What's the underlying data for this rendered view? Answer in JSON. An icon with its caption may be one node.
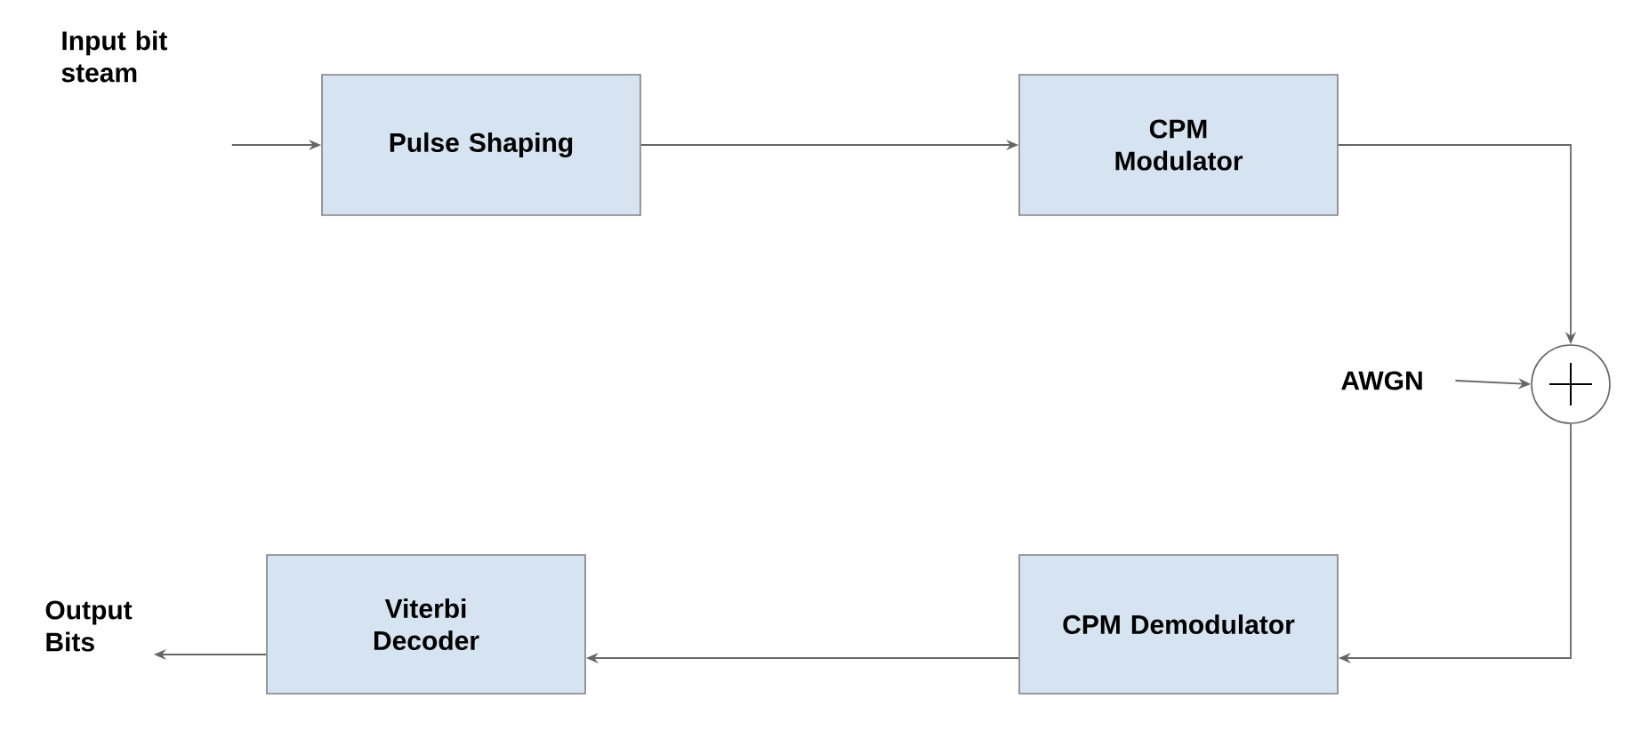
{
  "diagram": {
    "nodes": [
      {
        "text": [
          "Input bit steam"
        ]
      },
      {
        "text": [
          "Pulse Shaping"
        ]
      },
      {
        "text": [
          "CPM Modulator"
        ]
      },
      {
        "text": [],
        "shape": "circle"
      },
      {
        "text": [
          "AWGN"
        ]
      },
      {
        "text": [
          "CPM Demodulator"
        ]
      },
      {
        "text": [
          "Viterbi Decoder"
        ]
      },
      {
        "text": [
          "Output Bits"
        ]
      }
    ],
    "edges": [
      {
        "from": 0,
        "to": 1,
        "arrow": "to"
      },
      {
        "from": 1,
        "to": 2,
        "arrow": "to"
      },
      {
        "from": 2,
        "to": 3,
        "arrow": "to"
      },
      {
        "from": 4,
        "to": 3,
        "arrow": "to"
      },
      {
        "from": 3,
        "to": 5,
        "arrow": "to"
      },
      {
        "from": 5,
        "to": 6,
        "arrow": "to"
      },
      {
        "from": 6,
        "to": 7,
        "arrow": "to"
      }
    ]
  }
}
